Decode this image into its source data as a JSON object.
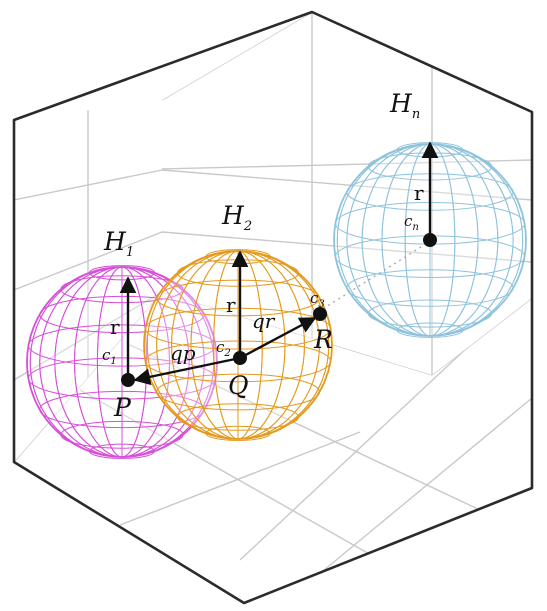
{
  "colors": {
    "frame": "#2b2b2b",
    "grid": "#c9c9c9",
    "sphere_h1": "#d64fd9",
    "sphere_h2": "#e39a1e",
    "sphere_hn": "#8fc3dc",
    "arrow": "#111111"
  },
  "spheres": [
    {
      "id": "h1",
      "label": "H",
      "label_sub": "1",
      "center_label": "c",
      "center_sub": "1",
      "radius_label": "r"
    },
    {
      "id": "h2",
      "label": "H",
      "label_sub": "2",
      "center_label": "c",
      "center_sub": "2",
      "radius_label": "r"
    },
    {
      "id": "hn",
      "label": "H",
      "label_sub": "n",
      "center_label": "c",
      "center_sub": "n",
      "radius_label": "r"
    }
  ],
  "points": {
    "p": "P",
    "q": "Q",
    "r": "R",
    "r_center_label": "c",
    "r_center_sub": "3"
  },
  "vectors": {
    "qp": "qp",
    "qr": "qr"
  }
}
